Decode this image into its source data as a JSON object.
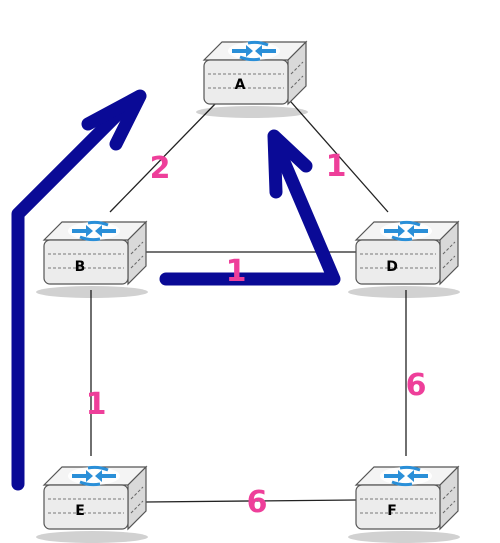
{
  "nodes": {
    "A": {
      "label": "A"
    },
    "B": {
      "label": "B"
    },
    "D": {
      "label": "D"
    },
    "E": {
      "label": "E"
    },
    "F": {
      "label": "F"
    }
  },
  "edges": {
    "A_B": {
      "weight": "2"
    },
    "A_D": {
      "weight": "1"
    },
    "B_D": {
      "weight": "1"
    },
    "B_E": {
      "weight": "1"
    },
    "D_F": {
      "weight": "6"
    },
    "E_F": {
      "weight": "6"
    }
  },
  "colors": {
    "link": "#222222",
    "weight": "#ee3f9a",
    "arrow": "#0a0a96",
    "router_body": "#efefef",
    "router_logo": "#2a8fd8"
  },
  "icons": {
    "router": "router-icon",
    "arrow": "path-arrow"
  }
}
